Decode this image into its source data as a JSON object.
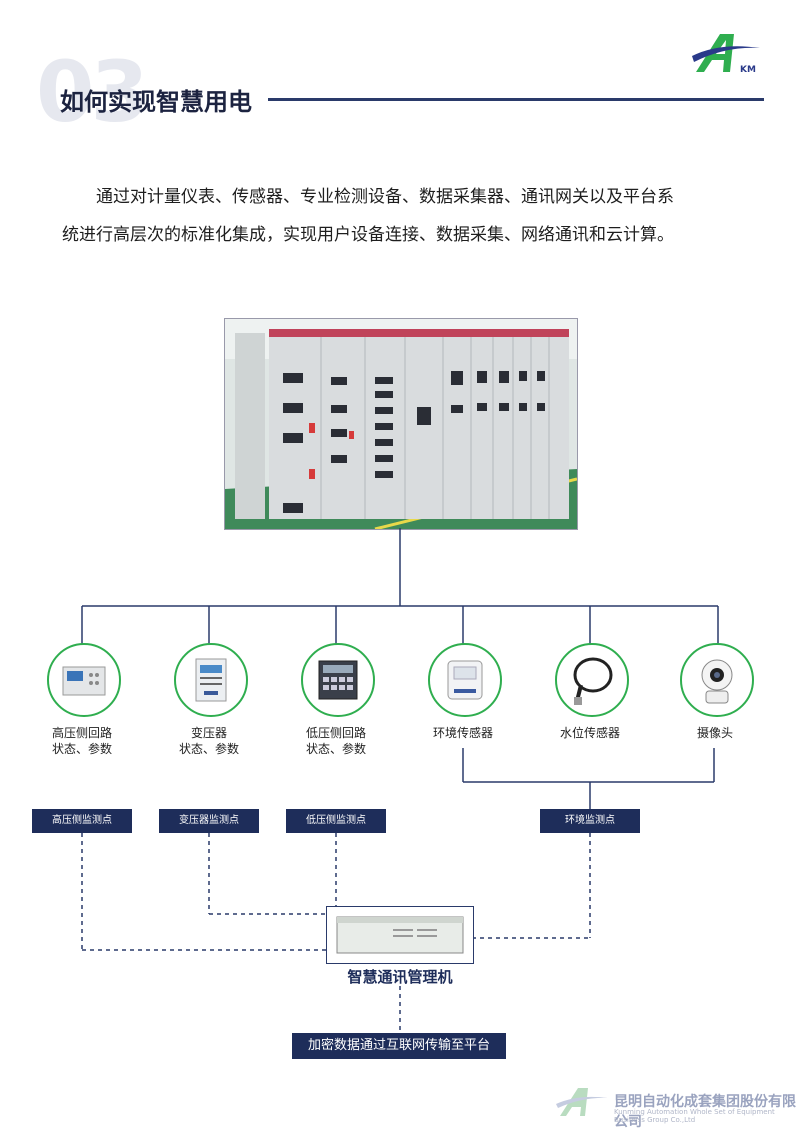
{
  "header": {
    "section_number": "03",
    "title": "如何实现智慧用电",
    "logo_letters": "KM"
  },
  "intro": {
    "line1": "通过对计量仪表、传感器、专业检测设备、数据采集器、通讯网关以及平台系",
    "line2": "统进行高层次的标准化集成，实现用户设备连接、数据采集、网络通讯和云计算。"
  },
  "devices": [
    {
      "line1": "高压侧回路",
      "line2": "状态、参数"
    },
    {
      "line1": "变压器",
      "line2": "状态、参数"
    },
    {
      "line1": "低压侧回路",
      "line2": "状态、参数"
    },
    {
      "line1": "环境传感器",
      "line2": ""
    },
    {
      "line1": "水位传感器",
      "line2": ""
    },
    {
      "line1": "摄像头",
      "line2": ""
    }
  ],
  "monitor_points": [
    "高压侧监测点",
    "变压器监测点",
    "低压侧监测点",
    "环境监测点"
  ],
  "manager": {
    "label": "智慧通讯管理机"
  },
  "upload": {
    "label": "加密数据通过互联网传输至平台"
  },
  "footer": {
    "company_cn": "昆明自动化成套集团股份有限公司",
    "company_en": "Kunming Automation Whole Set of Equipment Business Group Co.,Ltd"
  },
  "colors": {
    "navy": "#1e2d5a",
    "green": "#2fae4f",
    "line": "#2a3a6a"
  }
}
